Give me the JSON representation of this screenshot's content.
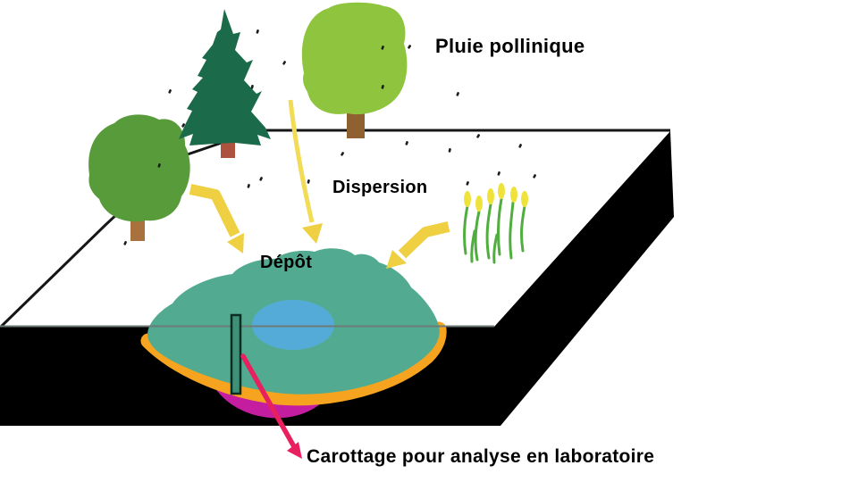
{
  "diagram": {
    "type": "pollen-deposition-schematic",
    "labels": {
      "pollen_rain": "Pluie pollinique",
      "dispersion": "Dispersion",
      "deposit": "Dépôt",
      "coring": "Carottage pour analyse en laboratoire"
    },
    "colors": {
      "ground": "#000000",
      "outline": "#161616",
      "lake": "#52ab90",
      "deep_water": "#54abd8",
      "sediment_orange": "#f6a41f",
      "sediment_magenta": "#c41da0",
      "waterline_gray": "#6e7a76",
      "core_tube_fill": "#3e9077",
      "core_tube_outline": "#0d2d22",
      "arrow_yellow": "#eed042",
      "arrow_yellow_light": "#f2dc55",
      "arrow_pink": "#e82060",
      "tree_green": "#579b3b",
      "tree_light_green": "#8fc43f",
      "conifer_green": "#1b6b4b",
      "trunk_brown": "#a9713d",
      "trunk_dark_brown": "#8f6130",
      "conifer_trunk": "#ae5240",
      "grass_green": "#4fae3e",
      "grass_tip_yellow": "#efe23b",
      "pollen_dot": "#1c1c1c"
    }
  }
}
